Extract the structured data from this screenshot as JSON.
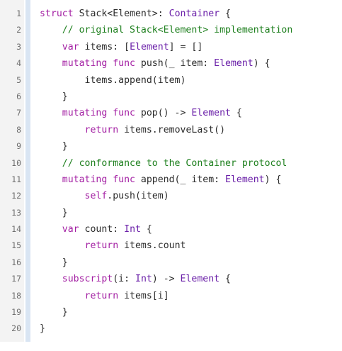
{
  "editor": {
    "lines": [
      {
        "number": "1",
        "tokens": [
          {
            "t": "kw",
            "v": "struct"
          },
          {
            "t": "tx",
            "v": " Stack<Element>: "
          },
          {
            "t": "ty",
            "v": "Container"
          },
          {
            "t": "tx",
            "v": " {"
          }
        ]
      },
      {
        "number": "2",
        "tokens": [
          {
            "t": "tx",
            "v": "    "
          },
          {
            "t": "cm",
            "v": "// original Stack<Element> implementation"
          }
        ]
      },
      {
        "number": "3",
        "tokens": [
          {
            "t": "tx",
            "v": "    "
          },
          {
            "t": "kw",
            "v": "var"
          },
          {
            "t": "tx",
            "v": " items: ["
          },
          {
            "t": "ty",
            "v": "Element"
          },
          {
            "t": "tx",
            "v": "] = []"
          }
        ]
      },
      {
        "number": "4",
        "tokens": [
          {
            "t": "tx",
            "v": "    "
          },
          {
            "t": "kw",
            "v": "mutating func"
          },
          {
            "t": "tx",
            "v": " push(_ item: "
          },
          {
            "t": "ty",
            "v": "Element"
          },
          {
            "t": "tx",
            "v": ") {"
          }
        ]
      },
      {
        "number": "5",
        "tokens": [
          {
            "t": "tx",
            "v": "        items.append(item)"
          }
        ]
      },
      {
        "number": "6",
        "tokens": [
          {
            "t": "tx",
            "v": "    }"
          }
        ]
      },
      {
        "number": "7",
        "tokens": [
          {
            "t": "tx",
            "v": "    "
          },
          {
            "t": "kw",
            "v": "mutating func"
          },
          {
            "t": "tx",
            "v": " pop() -> "
          },
          {
            "t": "ty",
            "v": "Element"
          },
          {
            "t": "tx",
            "v": " {"
          }
        ]
      },
      {
        "number": "8",
        "tokens": [
          {
            "t": "tx",
            "v": "        "
          },
          {
            "t": "kw",
            "v": "return"
          },
          {
            "t": "tx",
            "v": " items.removeLast()"
          }
        ]
      },
      {
        "number": "9",
        "tokens": [
          {
            "t": "tx",
            "v": "    }"
          }
        ]
      },
      {
        "number": "10",
        "tokens": [
          {
            "t": "tx",
            "v": "    "
          },
          {
            "t": "cm",
            "v": "// conformance to the Container protocol"
          }
        ]
      },
      {
        "number": "11",
        "tokens": [
          {
            "t": "tx",
            "v": "    "
          },
          {
            "t": "kw",
            "v": "mutating func"
          },
          {
            "t": "tx",
            "v": " append(_ item: "
          },
          {
            "t": "ty",
            "v": "Element"
          },
          {
            "t": "tx",
            "v": ") {"
          }
        ]
      },
      {
        "number": "12",
        "tokens": [
          {
            "t": "tx",
            "v": "        "
          },
          {
            "t": "kw",
            "v": "self"
          },
          {
            "t": "tx",
            "v": ".push(item)"
          }
        ]
      },
      {
        "number": "13",
        "tokens": [
          {
            "t": "tx",
            "v": "    }"
          }
        ]
      },
      {
        "number": "14",
        "tokens": [
          {
            "t": "tx",
            "v": "    "
          },
          {
            "t": "kw",
            "v": "var"
          },
          {
            "t": "tx",
            "v": " count: "
          },
          {
            "t": "ty",
            "v": "Int"
          },
          {
            "t": "tx",
            "v": " {"
          }
        ]
      },
      {
        "number": "15",
        "tokens": [
          {
            "t": "tx",
            "v": "        "
          },
          {
            "t": "kw",
            "v": "return"
          },
          {
            "t": "tx",
            "v": " items.count"
          }
        ]
      },
      {
        "number": "16",
        "tokens": [
          {
            "t": "tx",
            "v": "    }"
          }
        ]
      },
      {
        "number": "17",
        "tokens": [
          {
            "t": "tx",
            "v": "    "
          },
          {
            "t": "kw",
            "v": "subscript"
          },
          {
            "t": "tx",
            "v": "(i: "
          },
          {
            "t": "ty",
            "v": "Int"
          },
          {
            "t": "tx",
            "v": ") -> "
          },
          {
            "t": "ty",
            "v": "Element"
          },
          {
            "t": "tx",
            "v": " {"
          }
        ]
      },
      {
        "number": "18",
        "tokens": [
          {
            "t": "tx",
            "v": "        "
          },
          {
            "t": "kw",
            "v": "return"
          },
          {
            "t": "tx",
            "v": " items[i]"
          }
        ]
      },
      {
        "number": "19",
        "tokens": [
          {
            "t": "tx",
            "v": "    }"
          }
        ]
      },
      {
        "number": "20",
        "tokens": [
          {
            "t": "tx",
            "v": "}"
          }
        ]
      }
    ]
  },
  "colors": {
    "keyword": "#a31fa3",
    "type": "#6a1fa8",
    "comment": "#1d7f1d",
    "text": "#2b2b2b",
    "line_number": "#6e6e6e",
    "gutter": "#f3f3f3",
    "gutter_bar": "#d9e5f3"
  }
}
